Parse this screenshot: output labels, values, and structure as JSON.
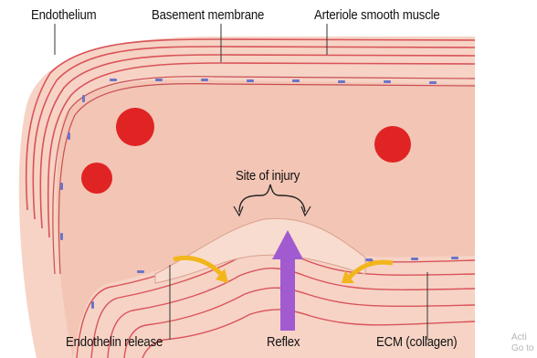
{
  "labels": {
    "endothelium": "Endothelium",
    "basement_membrane": "Basement membrane",
    "arteriole_smooth_muscle": "Arteriole smooth muscle",
    "site_of_injury": "Site of injury",
    "endothelin_release": "Endothelin release",
    "reflex": "Reflex",
    "ecm": "ECM (collagen)"
  },
  "overlay": {
    "line1": "Acti",
    "line2": "Go to"
  },
  "colors": {
    "lumen": "#f3c5b5",
    "wall_outer": "#f6d3c5",
    "muscle_line": "#d9535a",
    "endothelial_cell": "#ffffff",
    "nucleus": "#6b75c9",
    "rbc": "#e02424",
    "arrow_purple": "#a25ad0",
    "arrow_yellow": "#f2b61c"
  },
  "icons": {
    "red_blood_cell": "red-blood-cell-icon",
    "reflex_arrow": "purple-up-arrow-icon",
    "endothelin_arrow": "yellow-curved-arrow-icon"
  }
}
